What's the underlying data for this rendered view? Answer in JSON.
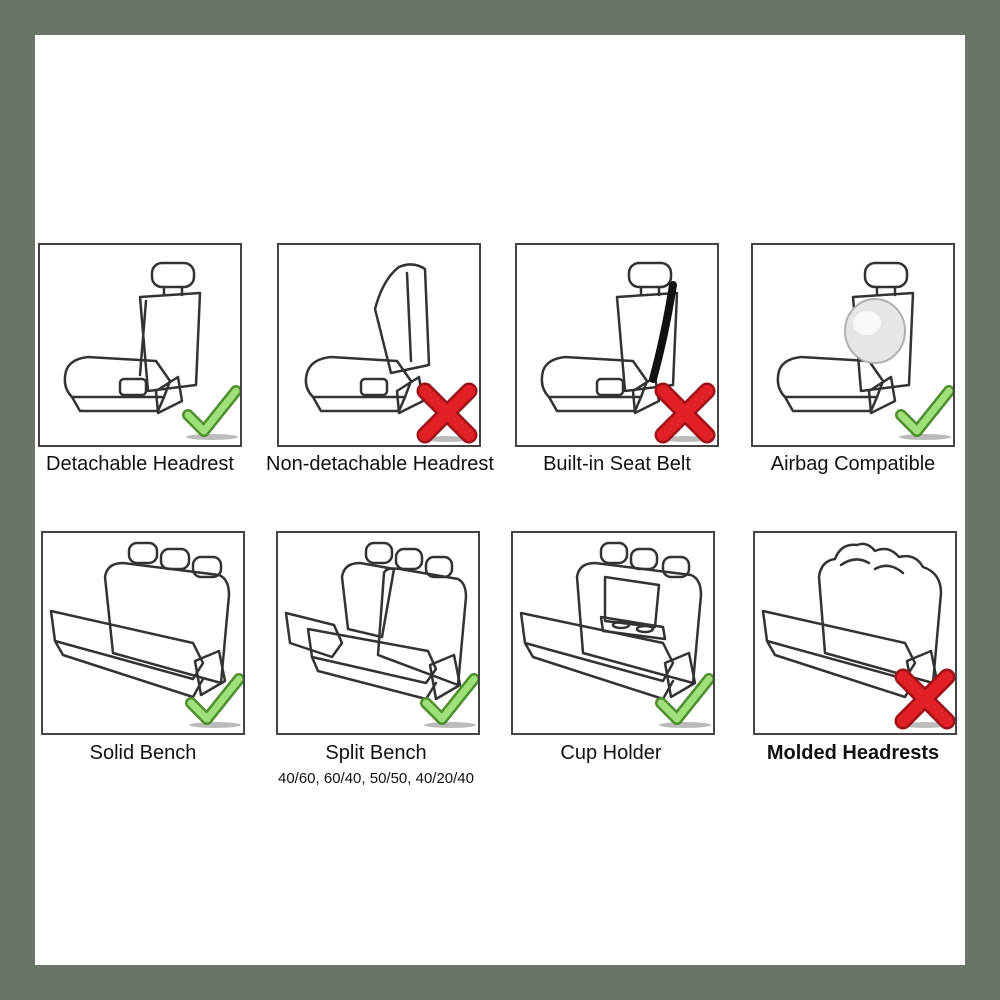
{
  "colors": {
    "frame": "#6b7468",
    "check": "#7bbf4e",
    "cross": "#e01f26"
  },
  "features": [
    {
      "label": "Detachable Headrest",
      "status": "check",
      "icon": "bucket-seat-detachable-headrest-icon"
    },
    {
      "label": "Non-detachable Headrest",
      "status": "cross",
      "icon": "bucket-seat-integrated-headrest-icon"
    },
    {
      "label": "Built-in Seat Belt",
      "status": "cross",
      "icon": "bucket-seat-seatbelt-icon"
    },
    {
      "label": "Airbag Compatible",
      "status": "check",
      "icon": "bucket-seat-airbag-icon"
    },
    {
      "label": "Solid Bench",
      "status": "check",
      "icon": "solid-bench-seat-icon"
    },
    {
      "label": "Split Bench",
      "sublabel": "40/60, 60/40, 50/50, 40/20/40",
      "status": "check",
      "icon": "split-bench-seat-icon"
    },
    {
      "label": "Cup Holder",
      "status": "check",
      "icon": "bench-cup-holder-icon"
    },
    {
      "label": "Molded Headrests",
      "status": "cross",
      "icon": "bench-molded-headrests-icon"
    }
  ]
}
